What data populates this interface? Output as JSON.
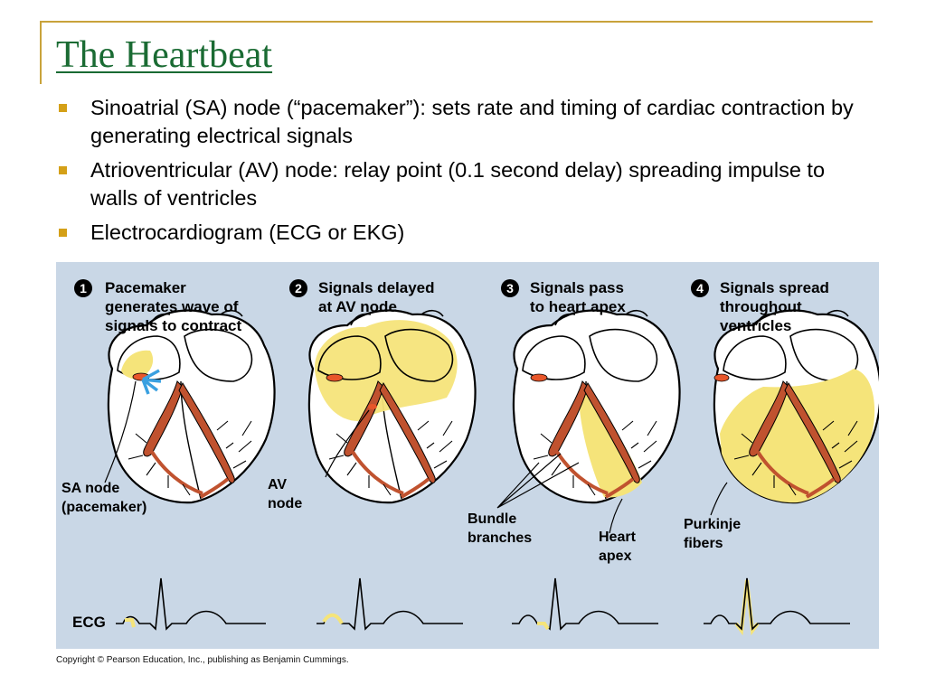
{
  "slide": {
    "title": "The Heartbeat",
    "bullets": [
      "Sinoatrial (SA) node (“pacemaker”):  sets rate and timing of cardiac contraction by generating electrical signals",
      "Atrioventricular (AV) node: relay point (0.1 second delay) spreading impulse to walls of ventricles",
      "Electrocardiogram (ECG or EKG)"
    ],
    "bullet_color": "#d4a017",
    "title_color": "#1a6b33"
  },
  "figure": {
    "panels": [
      {
        "number": "1",
        "title": "Pacemaker\ngenerates wave of\nsignals to contract"
      },
      {
        "number": "2",
        "title": "Signals delayed\nat AV node"
      },
      {
        "number": "3",
        "title": "Signals pass\nto heart apex"
      },
      {
        "number": "4",
        "title": "Signals spread\nthroughout\nventricles"
      }
    ],
    "labels": {
      "sa_node": "SA node\n(pacemaker)",
      "av_node": "AV\nnode",
      "bundle_branches": "Bundle\nbranches",
      "heart_apex": "Heart\napex",
      "purkinje_fibers": "Purkinje\nfibers",
      "ecg": "ECG"
    },
    "colors": {
      "background": "#c9d7e6",
      "signal_yellow": "#f5e47a",
      "conduction_red": "#c0522f",
      "signal_arrows": "#3aa0e0"
    }
  },
  "copyright": "Copyright © Pearson Education, Inc., publishing as Benjamin Cummings."
}
